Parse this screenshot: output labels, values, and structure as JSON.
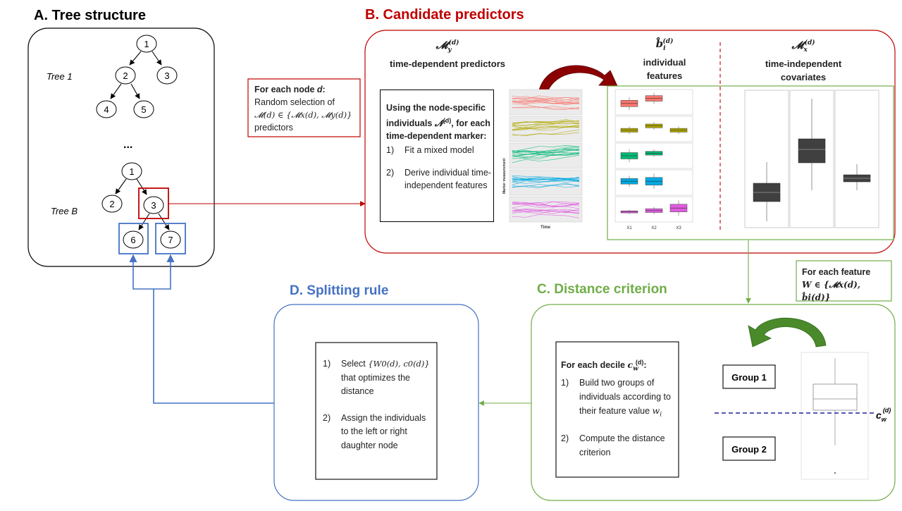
{
  "panels": {
    "a": {
      "title": "A. Tree structure",
      "tree1_label": "Tree 1",
      "treeB_label": "Tree B",
      "ellipsis": "...",
      "tree1_nodes": [
        "1",
        "2",
        "3",
        "4",
        "5"
      ],
      "treeB_nodes": [
        "1",
        "2",
        "3",
        "6",
        "7"
      ]
    },
    "b": {
      "title": "B. Candidate predictors",
      "my_symbol": "𝓜",
      "my_sub": "y",
      "my_sup": "(d)",
      "my_label": "time-dependent predictors",
      "bi_symbol": "b̂",
      "bi_sub": "i",
      "bi_sup": "(d)",
      "bi_label_1": "individual",
      "bi_label_2": "features",
      "mx_symbol": "𝓜",
      "mx_sub": "x",
      "mx_sup": "(d)",
      "mx_label_1": "time-independent",
      "mx_label_2": "covariates",
      "box_intro": "Using the node-specific individuals",
      "box_intro_symbol": "𝓝",
      "box_intro_sup": "(d)",
      "box_intro_rest": ", for each time-dependent marker:",
      "step1_num": "1)",
      "step1": "Fit a mixed model",
      "step2_num": "2)",
      "step2": "Derive individual time-independent features",
      "spaghetti_ylabel": "Marker measurement",
      "spaghetti_xlabel": "Time",
      "box_xlabels": [
        "X1",
        "X2",
        "X3"
      ]
    },
    "selection": {
      "line1": "For each node ",
      "line1_var": "d",
      "line1_end": ":",
      "line2": "Random selection of",
      "line3": "𝓜(d) ∈ {𝓜x(d), 𝓜y(d)}",
      "line4": "predictors"
    },
    "feature": {
      "line1": "For each feature",
      "line2": "W ∈ {𝓜x(d), b̂i(d)}"
    },
    "c": {
      "title": "C. Distance criterion",
      "intro": "For each decile ",
      "intro_symbol": "c",
      "intro_sub": "w",
      "intro_sup": "(d)",
      "intro_end": ":",
      "step1_num": "1)",
      "step1": "Build two groups of individuals according to their feature value ",
      "step1_var": "w",
      "step1_sub": "i",
      "step2_num": "2)",
      "step2": "Compute the distance criterion",
      "group1": "Group 1",
      "group2": "Group 2",
      "cut_symbol": "c",
      "cut_sub": "w",
      "cut_sup": "(d)"
    },
    "d": {
      "title": "D. Splitting rule",
      "step1_num": "1)",
      "step1_pre": "Select ",
      "step1_set": "{W0(d), c0(d)}",
      "step1_post": "that optimizes the distance",
      "step2_num": "2)",
      "step2": "Assign the individuals to the left or right daughter node"
    }
  },
  "colors": {
    "red": "#c00000",
    "green": "#70ad47",
    "blue": "#4472c4",
    "dark_red": "#8b0000",
    "dark_green": "#4a8a2a",
    "navy": "#1f1f9f",
    "series": [
      "#f8766d",
      "#b0a800",
      "#00b875",
      "#00a9e0",
      "#e05ce0"
    ]
  }
}
